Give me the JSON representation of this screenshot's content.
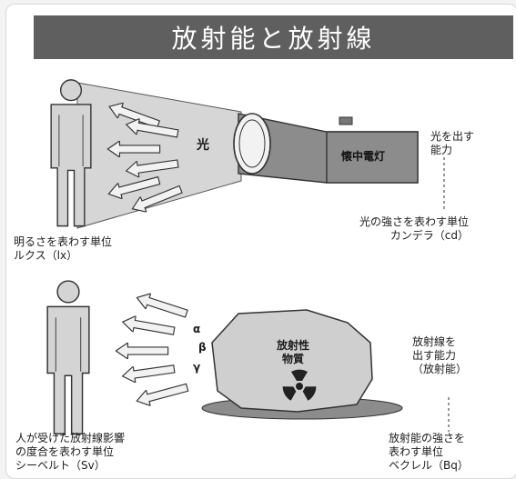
{
  "title": "放射能と放射線",
  "light_section": {
    "beam_label": "光",
    "flashlight_label": "懐中電灯",
    "ability_label": "光を出す\n能力",
    "source_unit_desc": "光の強さを表わす単位\nカンデラ（cd）",
    "receiver_unit_desc": "明るさを表わす単位\nルクス（lx）"
  },
  "radiation_section": {
    "ray_label": [
      "α",
      "β",
      "γ"
    ],
    "material_label": "放射性\n物質",
    "ability_label": "放射線を\n出す能力\n（放射能）",
    "source_unit_desc": "放射能の強さを\n表わす単位\nベクレル（Bq）",
    "receiver_unit_desc": "人が受けた放射線影響\nの度合を表わす単位\nシーベルト（Sv）"
  },
  "colors": {
    "title_bg": "#5f5f5f",
    "person_fill": "#d4d4d4",
    "beam_fill": "#d6d6d6",
    "flashlight_fill": "#8c8c8c",
    "rock_fill": "#cfcfcf",
    "arrow_fill": "#f2f2f2",
    "outline": "#333333"
  },
  "icons": [
    "person-icon",
    "flashlight-icon",
    "radiation-trefoil-icon"
  ]
}
